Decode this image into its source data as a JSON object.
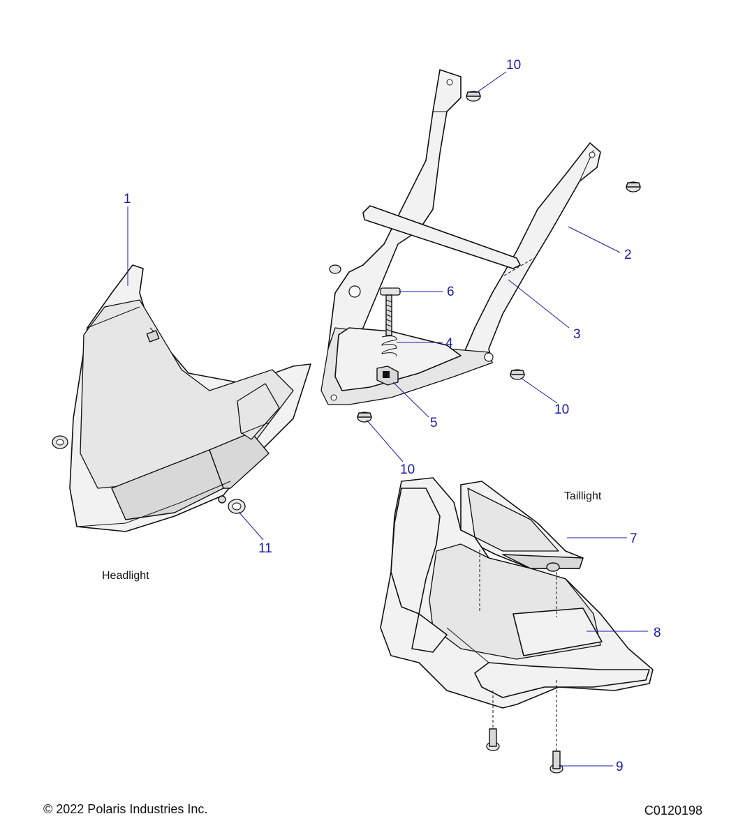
{
  "callouts": {
    "c1": "1",
    "c2": "2",
    "c3": "3",
    "c4": "4",
    "c5": "5",
    "c6": "6",
    "c7": "7",
    "c8": "8",
    "c9": "9",
    "c10a": "10",
    "c10b": "10",
    "c10c": "10",
    "c11": "11"
  },
  "labels": {
    "headlight": "Headlight",
    "taillight": "Taillight"
  },
  "footer": {
    "copyright": "© 2022 Polaris Industries Inc.",
    "diagram_code": "C0120198"
  },
  "colors": {
    "callout": "#1a1aa8",
    "line": "#111111",
    "fill": "#f2f2f2"
  }
}
